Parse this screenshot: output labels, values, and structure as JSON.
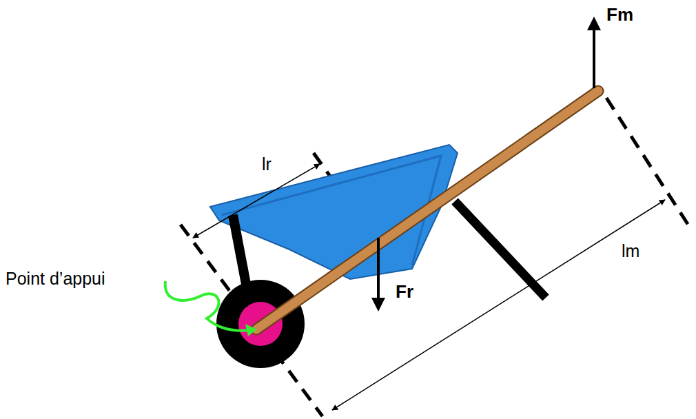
{
  "diagram": {
    "labels": [
      "Fm",
      "lr",
      "Point d’appui",
      "lm",
      "Fr"
    ]
  }
}
